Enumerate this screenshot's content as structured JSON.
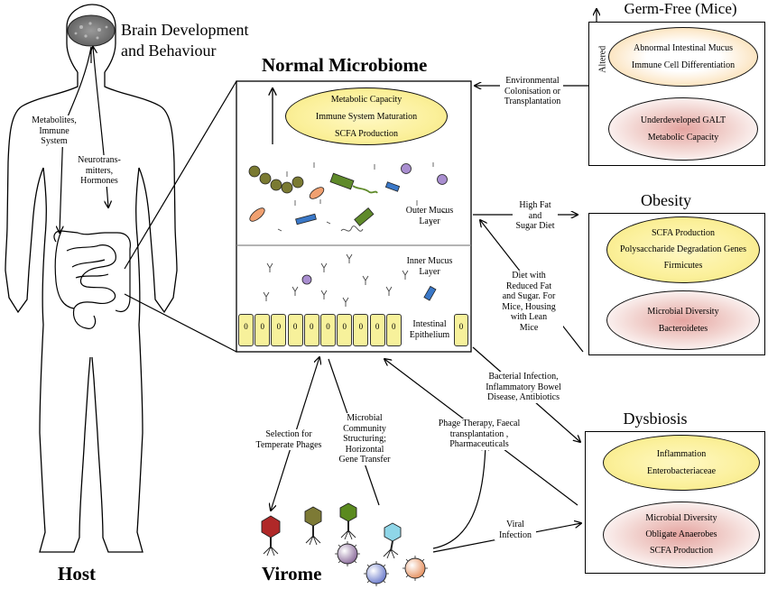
{
  "host": {
    "brain_label": "Brain Development and Behaviour",
    "metabolites_label": [
      "Metabolites,",
      "Immune",
      "System"
    ],
    "neuro_label": [
      "Neurotrans-",
      "mitters,",
      "Hormones"
    ],
    "title": "Host"
  },
  "microbiome": {
    "title": "Normal Microbiome",
    "capacities": [
      "Metabolic Capacity",
      "Immune System Maturation",
      "SCFA  Production"
    ],
    "outer_mucus": [
      "Outer Mucus",
      "Layer"
    ],
    "inner_mucus": [
      "Inner Mucus",
      "Layer"
    ],
    "epithelium": [
      "Intestinal",
      "Epithelium"
    ],
    "cell_marker": "0"
  },
  "germ_free": {
    "title": "Germ-Free  (Mice)",
    "side_label": "Altered",
    "top_items": [
      "Abnormal Intestinal Mucus",
      "Immune Cell Differentiation"
    ],
    "bottom_items": [
      "Underdeveloped GALT",
      "Metabolic Capacity"
    ]
  },
  "obesity": {
    "title": "Obesity",
    "top_items": [
      "SCFA  Production",
      "Polysaccharide Degradation Genes",
      "Firmicutes"
    ],
    "bottom_items": [
      "Microbial Diversity",
      "Bacteroidetes"
    ]
  },
  "dysbiosis": {
    "title": "Dysbiosis",
    "top_items": [
      "Inflammation",
      "Enterobacteriaceae"
    ],
    "bottom_items": [
      "Microbial Diversity",
      "Obligate Anaerobes",
      "SCFA  Production"
    ]
  },
  "arrows": {
    "env_colonisation": [
      "Environmental",
      "Colonisation or",
      "Transplantation"
    ],
    "high_fat": [
      "High Fat",
      "and",
      "Sugar Diet"
    ],
    "reduced_fat": [
      "Diet with",
      "Reduced Fat",
      "and Sugar. For",
      "Mice, Housing",
      "with Lean",
      "Mice"
    ],
    "bacterial_infection": [
      "Bacterial Infection,",
      "Inflammatory Bowel",
      "Disease, Antibiotics"
    ],
    "phage_therapy": [
      "Phage Therapy, Faecal",
      "transplantation ,",
      "Pharmaceuticals"
    ],
    "selection": [
      "Selection for",
      "Temperate Phages"
    ],
    "structuring": [
      "Microbial",
      "Community",
      "Structuring;",
      "Horizontal",
      "Gene Transfer"
    ],
    "viral_infection": [
      "Viral",
      "Infection"
    ]
  },
  "virome": {
    "title": "Virome"
  },
  "colors": {
    "yellow": "#fbf09a",
    "red": "#e5a4a0",
    "orange": "#f9cf8f",
    "epithelium": "#f7f19b",
    "bacteria_olive": "#7a7a32",
    "bacteria_green": "#5f8a2a",
    "bacteria_blue": "#3a78c8",
    "bacteria_purple": "#a98ed0",
    "bacteria_orange": "#f0a070",
    "phage_red": "#b02828",
    "phage_olive": "#7d7a35",
    "phage_green": "#5a8a1e",
    "phage_cyan": "#8fd6e8"
  }
}
